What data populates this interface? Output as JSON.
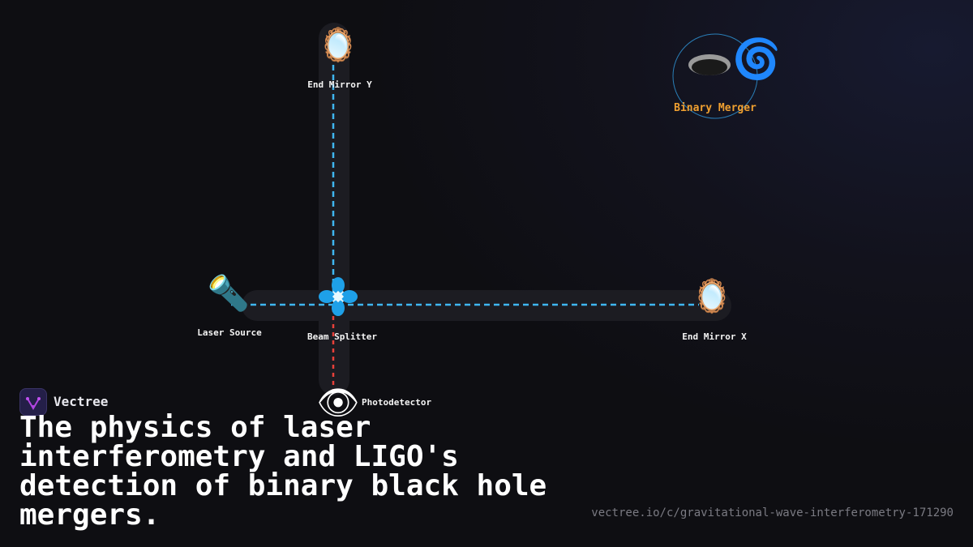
{
  "components": {
    "end_mirror_y": {
      "label": "End Mirror Y",
      "icon": "mirror-icon"
    },
    "end_mirror_x": {
      "label": "End Mirror X",
      "icon": "mirror-icon"
    },
    "laser_source": {
      "label": "Laser Source",
      "icon": "flashlight-icon"
    },
    "beam_splitter": {
      "label": "Beam Splitter",
      "icon": "splitter-icon"
    },
    "photodetector": {
      "label": "Photodetector",
      "icon": "eye-icon"
    },
    "binary_merger": {
      "label": "Binary Merger",
      "icon": "black-hole-icon"
    }
  },
  "colors": {
    "beam": "#3fb6f0",
    "output_beam": "#e8403a",
    "merger_label": "#f0a030",
    "merger_ring": "#2a7fb8"
  },
  "brand": {
    "name": "Vectree"
  },
  "title": "The physics of laser interferometry and LIGO's detection of binary black hole mergers.",
  "url": "vectree.io/c/gravitational-wave-interferometry-171290"
}
